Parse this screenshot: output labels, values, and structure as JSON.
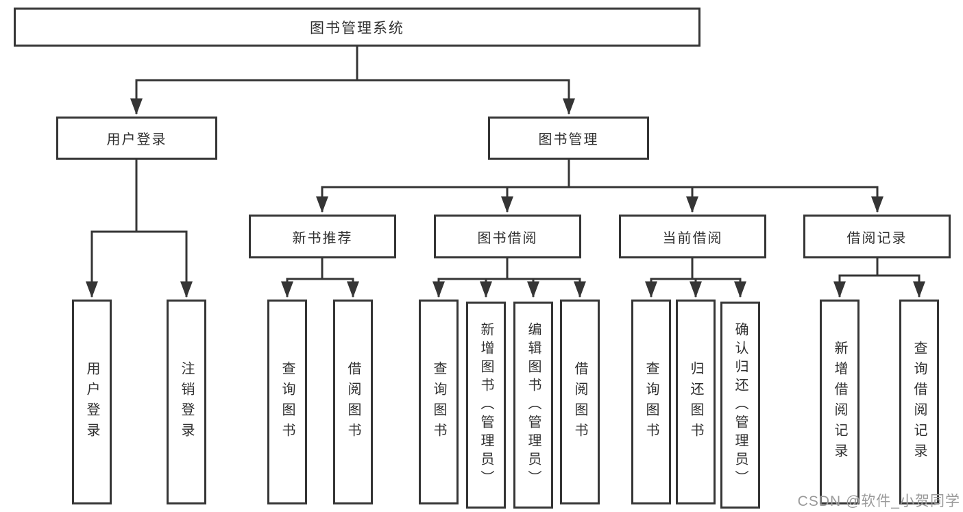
{
  "diagram_type": "hierarchy",
  "tree": {
    "label": "图书管理系统",
    "children": [
      {
        "label": "用户登录",
        "children": [
          {
            "label": "用户登录"
          },
          {
            "label": "注销登录"
          }
        ]
      },
      {
        "label": "图书管理",
        "children": [
          {
            "label": "新书推荐",
            "children": [
              {
                "label": "查询图书"
              },
              {
                "label": "借阅图书"
              }
            ]
          },
          {
            "label": "图书借阅",
            "children": [
              {
                "label": "查询图书"
              },
              {
                "label": "新增图书（管理员）"
              },
              {
                "label": "编辑图书（管理员）"
              },
              {
                "label": "借阅图书"
              }
            ]
          },
          {
            "label": "当前借阅",
            "children": [
              {
                "label": "查询图书"
              },
              {
                "label": "归还图书"
              },
              {
                "label": "确认归还（管理员）"
              }
            ]
          },
          {
            "label": "借阅记录",
            "children": [
              {
                "label": "新增借阅记录"
              },
              {
                "label": "查询借阅记录"
              }
            ]
          }
        ]
      }
    ]
  },
  "watermark": {
    "text": "CSDN @软件_小贺同学"
  },
  "colors": {
    "line": "#353535",
    "box_border": "#353535",
    "text": "#303030",
    "watermark": "#9a9a9a",
    "background": "#ffffff"
  }
}
